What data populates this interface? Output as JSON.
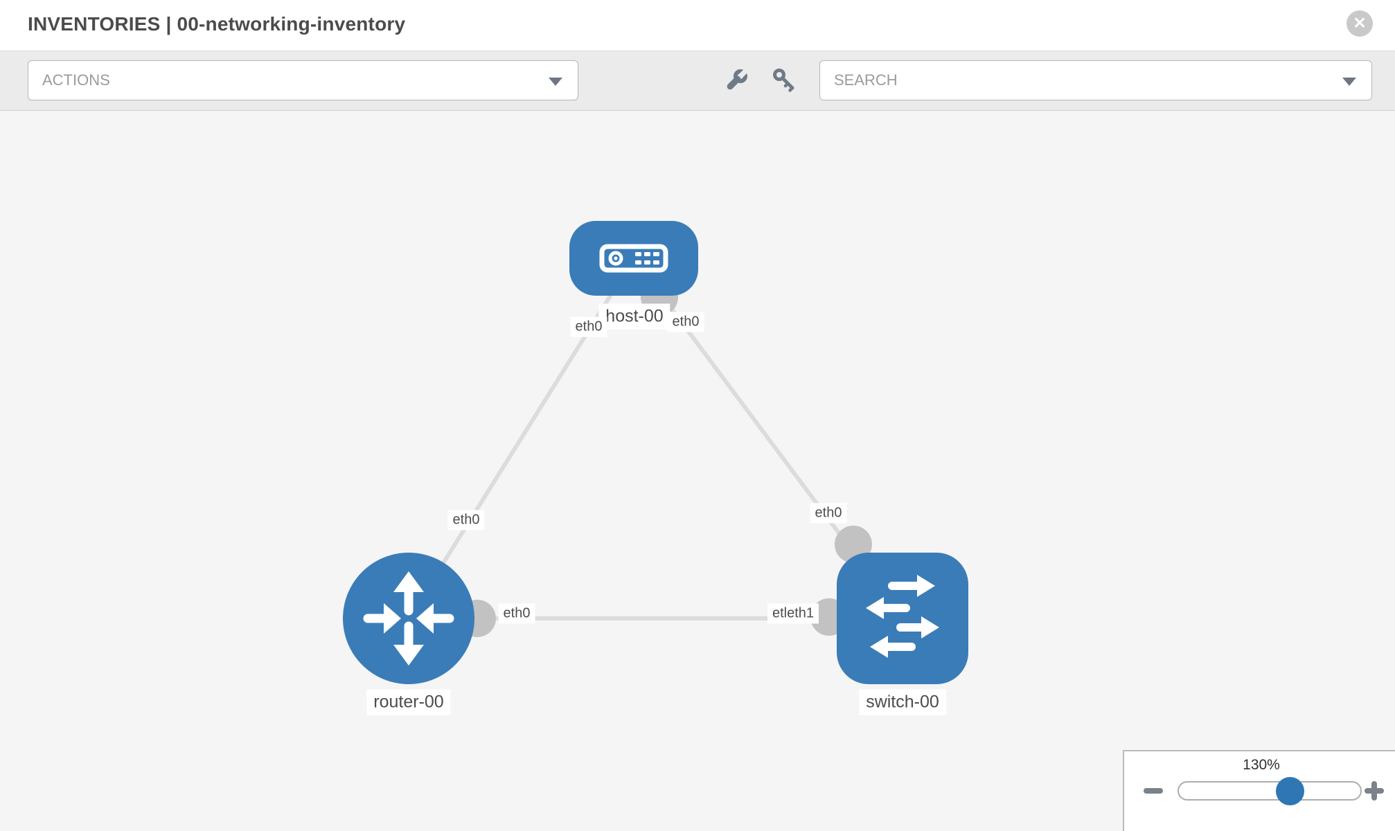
{
  "header": {
    "title": "INVENTORIES | 00-networking-inventory",
    "close_label": "✕"
  },
  "toolbar": {
    "actions_label": "ACTIONS",
    "search_label": "SEARCH",
    "tools": [
      "wrench-icon",
      "key-icon"
    ]
  },
  "topology": {
    "nodes": [
      {
        "label": "host-00",
        "type": "host"
      },
      {
        "label": "router-00",
        "type": "router"
      },
      {
        "label": "switch-00",
        "type": "switch"
      }
    ],
    "links": [
      {
        "from": "host-00",
        "to": "router-00",
        "labels": [
          "eth0",
          "eth0"
        ]
      },
      {
        "from": "host-00",
        "to": "switch-00",
        "labels": [
          "eth0",
          "eth0"
        ]
      },
      {
        "from": "router-00",
        "to": "switch-00",
        "labels": [
          "eth0",
          "etleth1"
        ]
      }
    ]
  },
  "zoom": {
    "level": "130%",
    "value_percent": 130
  },
  "colors": {
    "node_blue": "#3a7cb8",
    "thumb_blue": "#2f76b4",
    "connector_gray": "#c2c2c2",
    "link_gray": "#dcdcdc"
  }
}
